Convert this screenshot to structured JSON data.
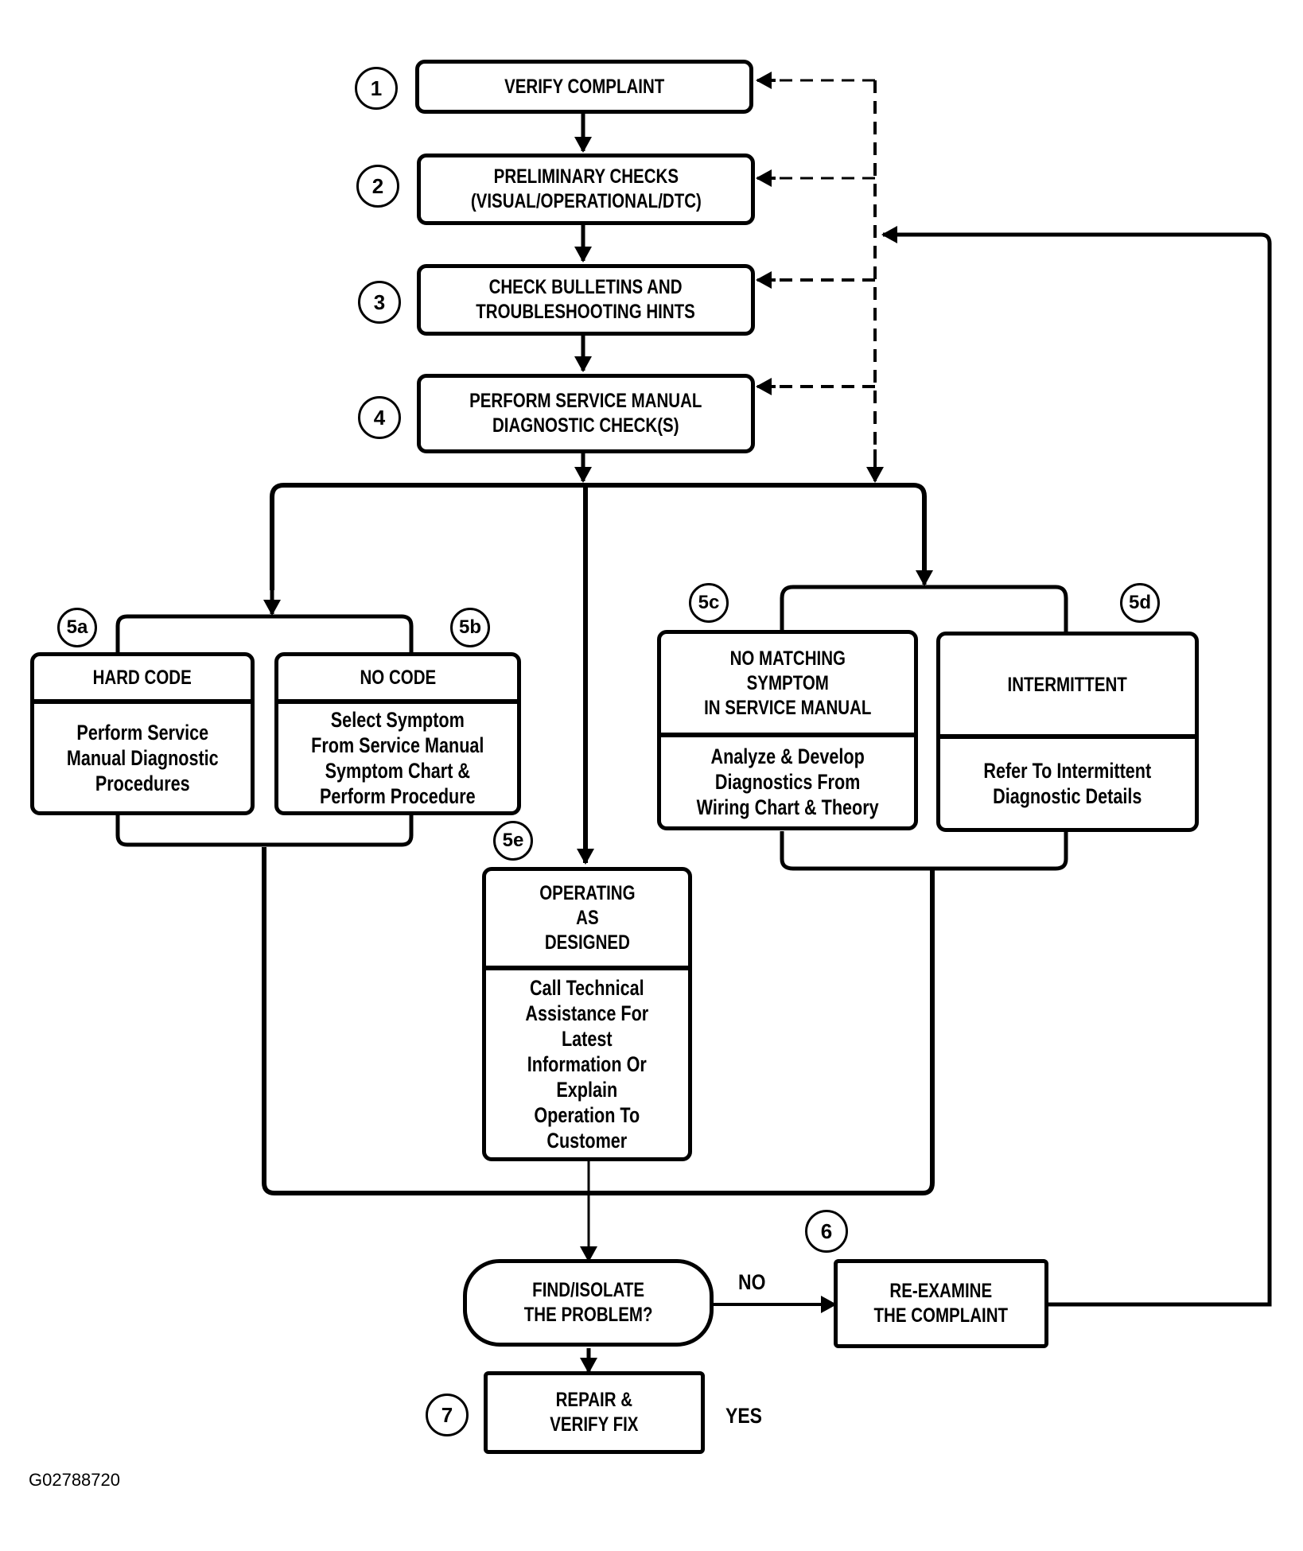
{
  "diagram": {
    "figure_id": "G02788720",
    "steps": [
      {
        "id": "1",
        "label": "1",
        "text": "VERIFY COMPLAINT"
      },
      {
        "id": "2",
        "label": "2",
        "text": "PRELIMINARY CHECKS\n(VISUAL/OPERATIONAL/DTC)"
      },
      {
        "id": "3",
        "label": "3",
        "text": "CHECK BULLETINS AND\nTROUBLESHOOTING HINTS"
      },
      {
        "id": "4",
        "label": "4",
        "text": "PERFORM SERVICE MANUAL\nDIAGNOSTIC CHECK(S)"
      }
    ],
    "branches": {
      "5a": {
        "label": "5a",
        "title": "HARD CODE",
        "body": "Perform Service\nManual Diagnostic\nProcedures"
      },
      "5b": {
        "label": "5b",
        "title": "NO CODE",
        "body": "Select Symptom\nFrom Service Manual\nSymptom Chart &\nPerform Procedure"
      },
      "5c": {
        "label": "5c",
        "title": "NO MATCHING\nSYMPTOM\nIN SERVICE MANUAL",
        "body": "Analyze & Develop\nDiagnostics From\nWiring Chart & Theory"
      },
      "5d": {
        "label": "5d",
        "title": "INTERMITTENT",
        "body": "Refer To Intermittent\nDiagnostic Details"
      },
      "5e": {
        "label": "5e",
        "title": "OPERATING\nAS\nDESIGNED",
        "body": "Call Technical\nAssistance For\nLatest\nInformation Or\nExplain\nOperation To\nCustomer"
      }
    },
    "decision": {
      "text": "FIND/ISOLATE\nTHE PROBLEM?",
      "no_label": "NO",
      "yes_label": "YES"
    },
    "step6": {
      "label": "6",
      "text": "RE-EXAMINE\nTHE COMPLAINT"
    },
    "step7": {
      "label": "7",
      "text": "REPAIR &\nVERIFY FIX"
    }
  }
}
